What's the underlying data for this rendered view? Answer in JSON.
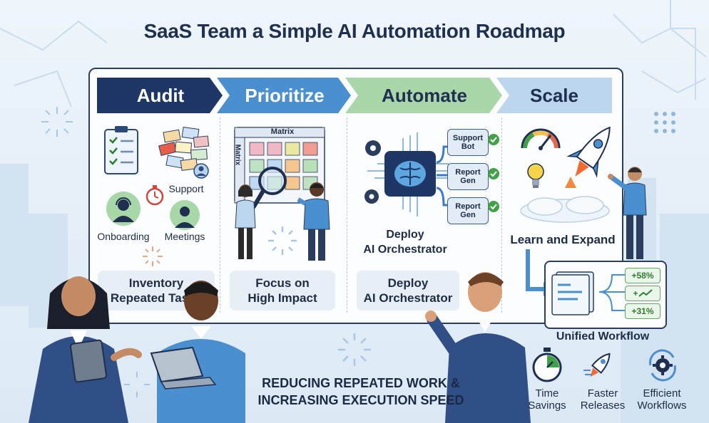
{
  "title": "SaaS Team a Simple AI Automation Roadmap",
  "steps": [
    {
      "label": "Audit",
      "fill": "#1f3766",
      "text_color": "#ffffff"
    },
    {
      "label": "Prioritize",
      "fill": "#4a8fd0",
      "text_color": "#ffffff"
    },
    {
      "label": "Automate",
      "fill": "#a9d7a9",
      "text_color": "#1f2f4f"
    },
    {
      "label": "Scale",
      "fill": "#bcd6ee",
      "text_color": "#1f2f4f"
    }
  ],
  "audit": {
    "support": "Support",
    "onboarding": "Onboarding",
    "meetings": "Meetings",
    "summary_line1": "Inventory",
    "summary_line2": "Repeated Tasks"
  },
  "prioritize": {
    "matrix_top": "Matrix",
    "matrix_side": "Matrix",
    "summary_line1": "Focus on",
    "summary_line2": "High Impact"
  },
  "automate": {
    "outputs": [
      {
        "line1": "Support",
        "line2": "Bot"
      },
      {
        "line1": "Report",
        "line2": "Gen"
      },
      {
        "line1": "Report",
        "line2": "Gen"
      }
    ],
    "caption_line1": "Deploy",
    "caption_line2": "AI Orchestrator",
    "summary_line1": "Deploy",
    "summary_line2": "AI Orchestrator"
  },
  "scale": {
    "caption": "Learn and Expand",
    "metrics": [
      "+58%",
      "+",
      "+31%"
    ],
    "workflow_label": "Unified Workflow"
  },
  "tagline_line1": "REDUCING REPEATED WORK &",
  "tagline_line2": "INCREASING EXECUTION SPEED",
  "benefits": [
    {
      "line1": "Time",
      "line2": "Savings"
    },
    {
      "line1": "Faster",
      "line2": "Releases"
    },
    {
      "line1": "Efficient",
      "line2": "Workflows"
    }
  ],
  "colors": {
    "navy": "#1f3766",
    "blue": "#4a8fd0",
    "green": "#a9d7a9",
    "light_blue": "#bcd6ee",
    "check_green": "#43a047"
  }
}
